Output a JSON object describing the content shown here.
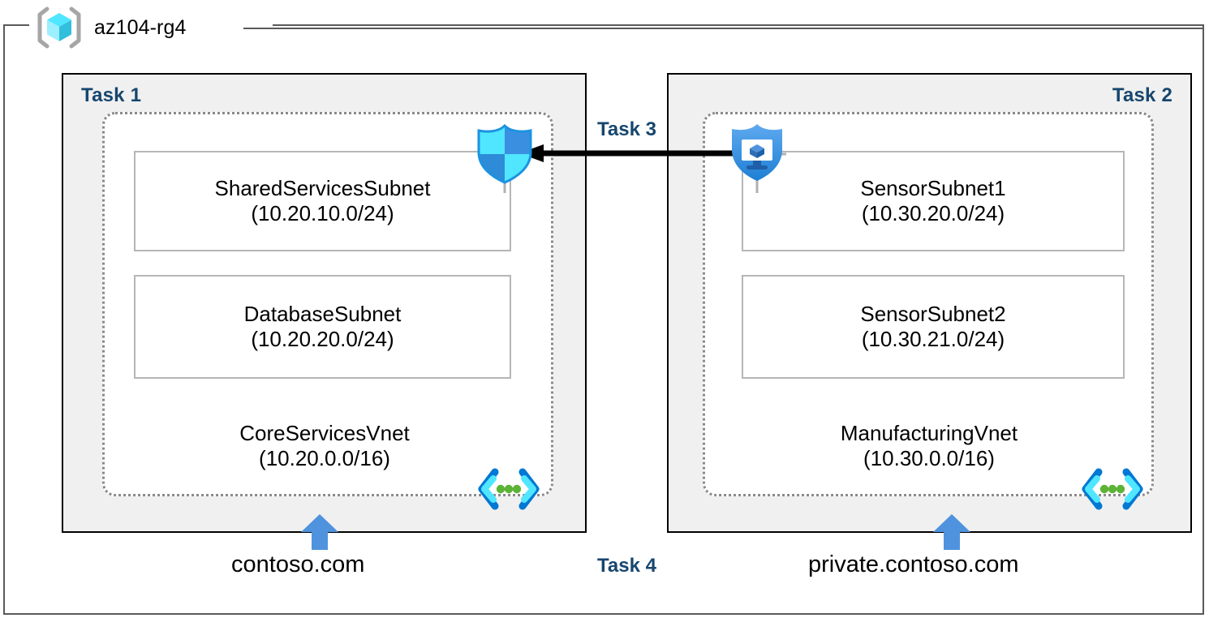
{
  "resource_group": {
    "name": "az104-rg4",
    "icon": "azure-resource-group-cube-icon"
  },
  "panels": [
    {
      "id": "task1",
      "label": "Task 1",
      "label_align": "left",
      "vnet": {
        "name": "CoreServicesVnet",
        "cidr": "(10.20.0.0/16)",
        "icon": "virtual-network-icon",
        "subnets": [
          {
            "name": "SharedServicesSubnet",
            "cidr": "(10.20.10.0/24)"
          },
          {
            "name": "DatabaseSubnet",
            "cidr": "(10.20.20.0/24)"
          }
        ]
      },
      "dns_zone": "contoso.com",
      "dns_arrow": "up-arrow-icon"
    },
    {
      "id": "task2",
      "label": "Task 2",
      "label_align": "right",
      "vnet": {
        "name": "ManufacturingVnet",
        "cidr": "(10.30.0.0/16)",
        "icon": "virtual-network-icon",
        "subnets": [
          {
            "name": "SensorSubnet1",
            "cidr": "(10.30.20.0/24)"
          },
          {
            "name": "SensorSubnet2",
            "cidr": "(10.30.21.0/24)"
          }
        ]
      },
      "dns_zone": "private.contoso.com",
      "dns_arrow": "up-arrow-icon"
    }
  ],
  "connector": {
    "label": "Task 3",
    "direction": "right-to-left",
    "arrow_icon": "peering-arrow-icon",
    "source_icon": "bastion-shield-vm-icon",
    "target_icon": "network-security-group-shield-icon"
  },
  "bottom_label": {
    "label": "Task 4"
  },
  "colors": {
    "task_label": "#17466e",
    "panel_fill": "#f0f0f0",
    "panel_border": "#000000",
    "vnet_border": "#8a8a8a",
    "subnet_border": "#b6b6b6",
    "frame_border": "#5a5a5a",
    "azure_blue": "#4f93de",
    "azure_cyan": "#50e6ff",
    "arrow_black": "#000000",
    "vnet_dot_green": "#5cb335"
  }
}
